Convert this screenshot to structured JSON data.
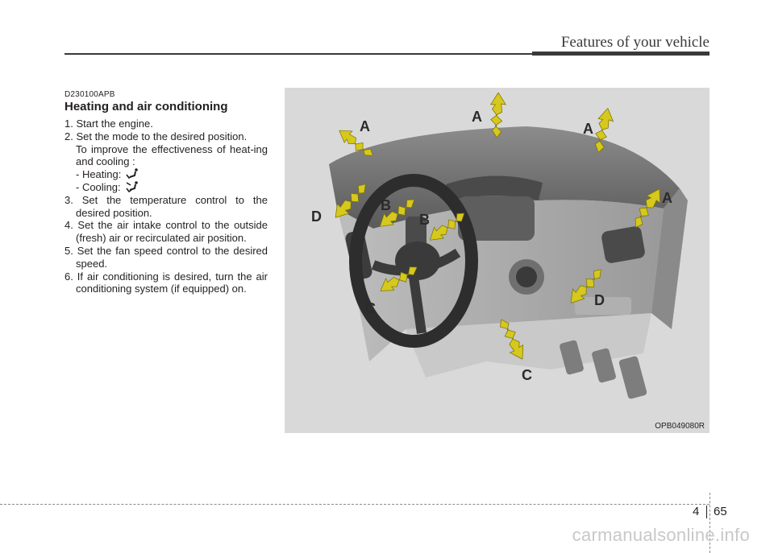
{
  "header": {
    "title": "Features of your vehicle"
  },
  "section": {
    "code": "D230100APB",
    "heading": "Heating and air conditioning",
    "steps": [
      "1. Start the engine.",
      "2. Set the mode to the desired position.",
      "To improve the effectiveness of heat-ing and cooling :",
      "- Heating:",
      "- Cooling:",
      "3. Set the temperature control to the desired position.",
      "4. Set the air intake control to the outside (fresh) air or recirculated air position.",
      "5. Set the fan speed control to the desired speed.",
      "6. If air conditioning is desired, turn the air conditioning system (if equipped) on."
    ]
  },
  "figure": {
    "code": "OPB049080R",
    "labels": [
      "A",
      "A",
      "A",
      "A",
      "B",
      "B",
      "C",
      "C",
      "D",
      "D"
    ],
    "arrow_color": "#d6c81c",
    "dash_color": "#6e6e6e"
  },
  "footer": {
    "chapter": "4",
    "page": "65"
  },
  "watermark": "carmanualsonline.info",
  "icons": {
    "heating": "airflow-floor-icon",
    "cooling": "airflow-face-floor-icon"
  }
}
